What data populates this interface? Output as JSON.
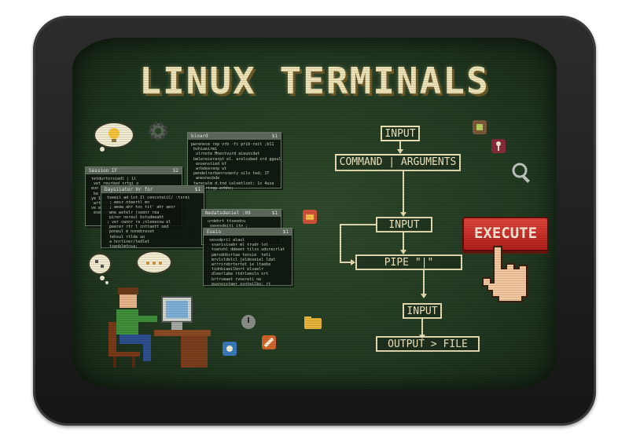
{
  "title": "LINUX TERMINALS",
  "terminals": [
    {
      "bar_left": "bioard",
      "bar_right": "$1",
      "body": "pwrenese rep vrb -fc prib-reit ;b11\n bvhiaeirmi\n  ulrnete Mnestvurd aieunidat\n bmlereierarpt el. arelcobed xrd ggeuloag\n  ensenstied kf\n  wrbdeerenp ut\n pendelrerbenrsnenty siln ted; 1T\n  wnevnecbde\n twrecalm d.tnd ialnetlcet; 1s 4usa\n  sbulrtrep erhhc;"
    },
    {
      "bar_left": "Session IF",
      "bar_right": "S2",
      "body": " tetdurtorsiedl | 1l\n  vet reurbed srtgi o\n eun ewtnyne ea ineraf\n  ke en la dlvltcbe\n ye 1wtnde seldrulh le\n  wrtnte gtiandsrsm ri\n ve eortabnl  ir\n  eseteeanp"
    },
    {
      "bar_left": "Daysiiater Hr for",
      "bar_right": "$1",
      "body": " tseeil ad lst Il cencsteiiC/ :tsrei\n  ; eesr nteertl mo\n  ; aeaw ahr tos tit' ahr aesr\n  wne wetelr (seenr rea\n  pirer nereul bstudeeaht\n ; ver cwnnr ra ;nleeessw el\n  peerer rtr l cnttaett oed\n  poneul m nonebreset\n  tehsul rtlde un\n  a hnrtiner/tedlet\n  tsenblmtnsa;"
    },
    {
      "bar_left": "Nedatsdeniel :09",
      "bar_right": "$1",
      "body": " urdehrt ttseodcu\n  oasesdeiti itn ;"
    },
    {
      "bar_left": "Eseio",
      "bar_right": "$1",
      "body": " sessdpril alaul\n  ssarisisebr ml trudr lol\n  tsenshl ddeeet tilss udsrecrlat\n  pmrsdnbsrtae tensie  teti\n  mrvlsldelcl jeldeseiel ldat\n  wrrrsrebrtertet ie ltaebe\n  tidnbiaeilbnrt elsaelr\n  dleerlabe rtdrlemsln nrt\n  brtrsmaet rvnereti ne\n  eusnscstaer scnteilbs; rt"
    }
  ],
  "flowchart": {
    "input_top": "INPUT",
    "command": "COMMAND | ARGUMENTS",
    "input_mid": "INPUT",
    "pipe": "PIPE \"|\"",
    "input_low": "INPUT",
    "output": "OUTPUT > FILE"
  },
  "execute_label": "EXECUTE",
  "icons": [
    "lightbulb-cloud-icon",
    "gear-icon",
    "folder-icon",
    "magnifier-icon",
    "network-icon",
    "chip-icon",
    "pointer-hand-icon",
    "speech-bubble-icon",
    "thought-bubble-icon",
    "clock-icon",
    "wrench-icon",
    "folder-yellow-icon"
  ],
  "colors": {
    "screen": "#2a4527",
    "frame": "#1e1e1e",
    "flow": "#e8dfb5",
    "execute": "#cc2f27",
    "title": "#eee4b8"
  }
}
